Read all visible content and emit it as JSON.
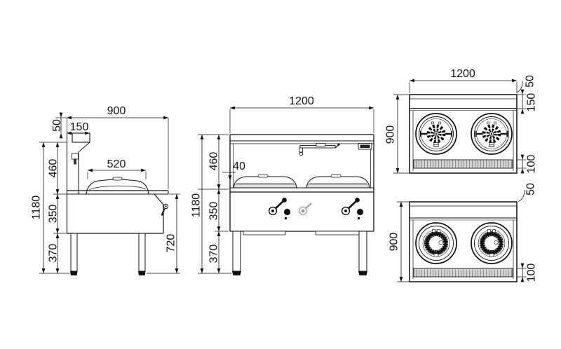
{
  "drawing": {
    "type": "technical-dimension-drawing",
    "subject": "double wok range with splashback, three orthographic views and two plan views",
    "units": "mm"
  },
  "views": {
    "side": {
      "depth": "900",
      "cap_height": "50",
      "cap_depth": "150",
      "upper_height": "460",
      "wok_width": "520",
      "total_height": "1180",
      "body_height": "350",
      "leg_height": "370",
      "worktop_height": "720"
    },
    "front": {
      "width": "1200",
      "upper_height": "460",
      "rim_offset": "40",
      "total_height": "1180",
      "body_height": "350",
      "leg_height": "370"
    },
    "top_jet": {
      "width": "1200",
      "cap": "50",
      "back_depth": "150",
      "depth": "900",
      "drain_width": "100"
    },
    "top_ring": {
      "cap": "50",
      "depth": "900",
      "drain_width": "100"
    }
  },
  "colors": {
    "line": "#111111",
    "pilot": "#9a9a9a",
    "drain_fill": "#d4d4d4",
    "drain_stripe": "#8a8a8a",
    "background": "#ffffff"
  }
}
